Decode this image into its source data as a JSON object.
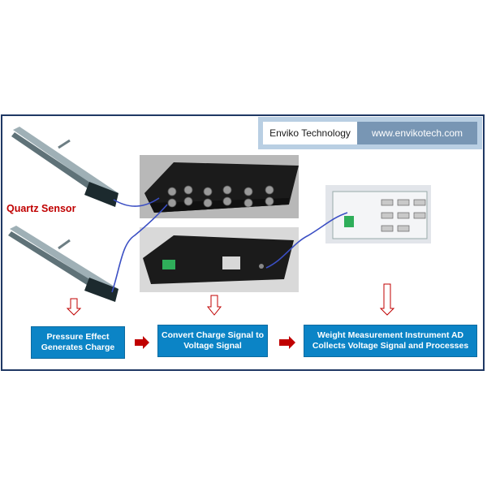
{
  "brand": {
    "name": "Enviko Technology",
    "url": "www.envikotech.com"
  },
  "sensor": {
    "label": "Quartz Sensor"
  },
  "steps": [
    "Pressure Effect Generates Charge",
    "Convert Charge Signal to Voltage Signal",
    "Weight Measurement Instrument AD Collects Voltage Signal and Processes"
  ],
  "colors": {
    "frame": "#1f3864",
    "step_box": "#0b84c6",
    "sensor_label": "#c00000",
    "flow_arrow": "#c00000",
    "cable": "#3b4fc4"
  }
}
